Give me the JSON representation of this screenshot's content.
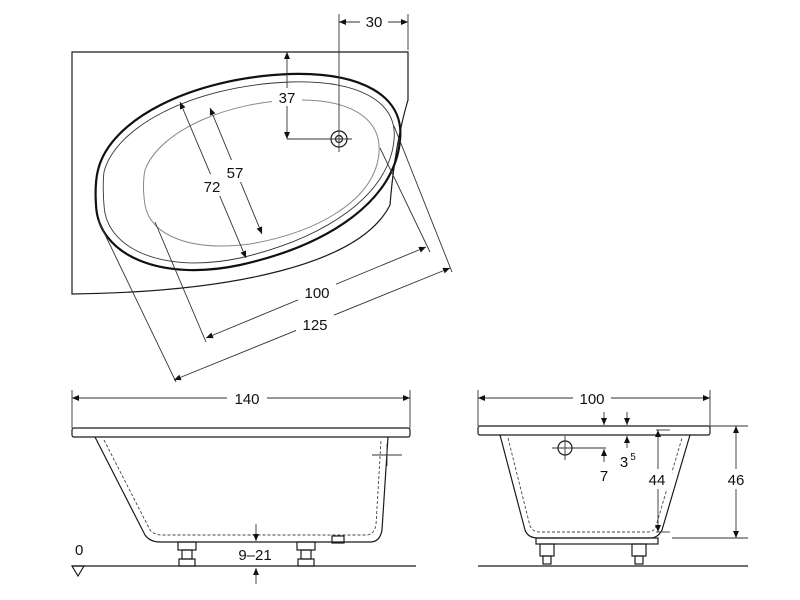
{
  "top_view": {
    "dims": {
      "drain_offset": "30",
      "drain_depth": "37",
      "inner_width": "57",
      "outer_width": "72",
      "inner_length": "100",
      "outer_length": "125"
    }
  },
  "side_view": {
    "dims": {
      "length": "140",
      "foot_range": "9–21",
      "floor_level": "0"
    }
  },
  "end_view": {
    "dims": {
      "width": "100",
      "rim_thickness": "3",
      "rim_thickness_sup": "5",
      "drain_height": "7",
      "inner_depth": "44",
      "total_height": "46"
    }
  }
}
